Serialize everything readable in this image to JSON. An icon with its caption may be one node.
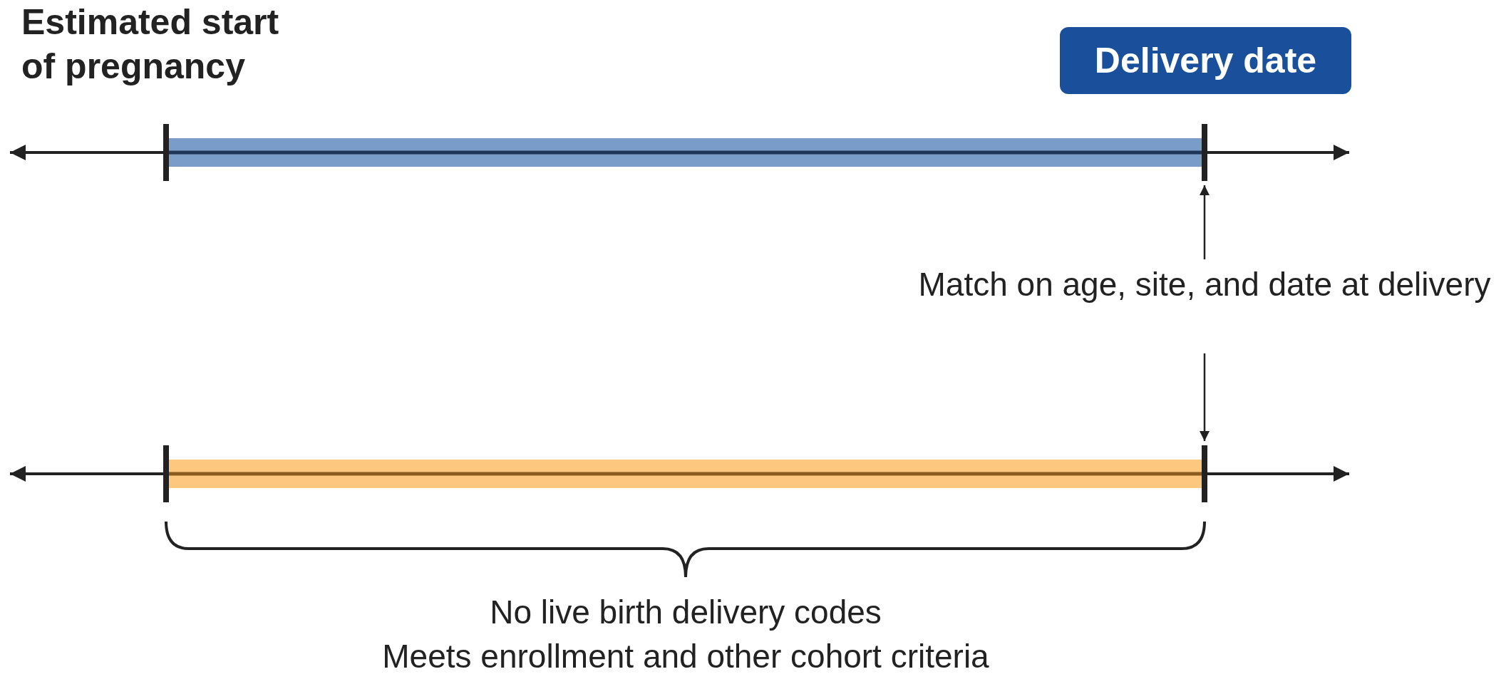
{
  "diagram": {
    "nodes": [
      {
        "text": [
          "Delivery date"
        ]
      },
      {
        "text": [],
        "shape": "bar"
      },
      {
        "text": [
          "Match on age, site, and date at delivery"
        ]
      },
      {
        "text": [],
        "shape": "bar"
      }
    ],
    "edges": [
      {
        "from": 2,
        "to": 1,
        "arrow": "to"
      },
      {
        "from": 2,
        "to": 3,
        "arrow": "to"
      }
    ],
    "labels": [
      "Estimated start of pregnancy",
      "No live birth delivery codes",
      "Meets enrollment and other cohort criteria"
    ]
  }
}
